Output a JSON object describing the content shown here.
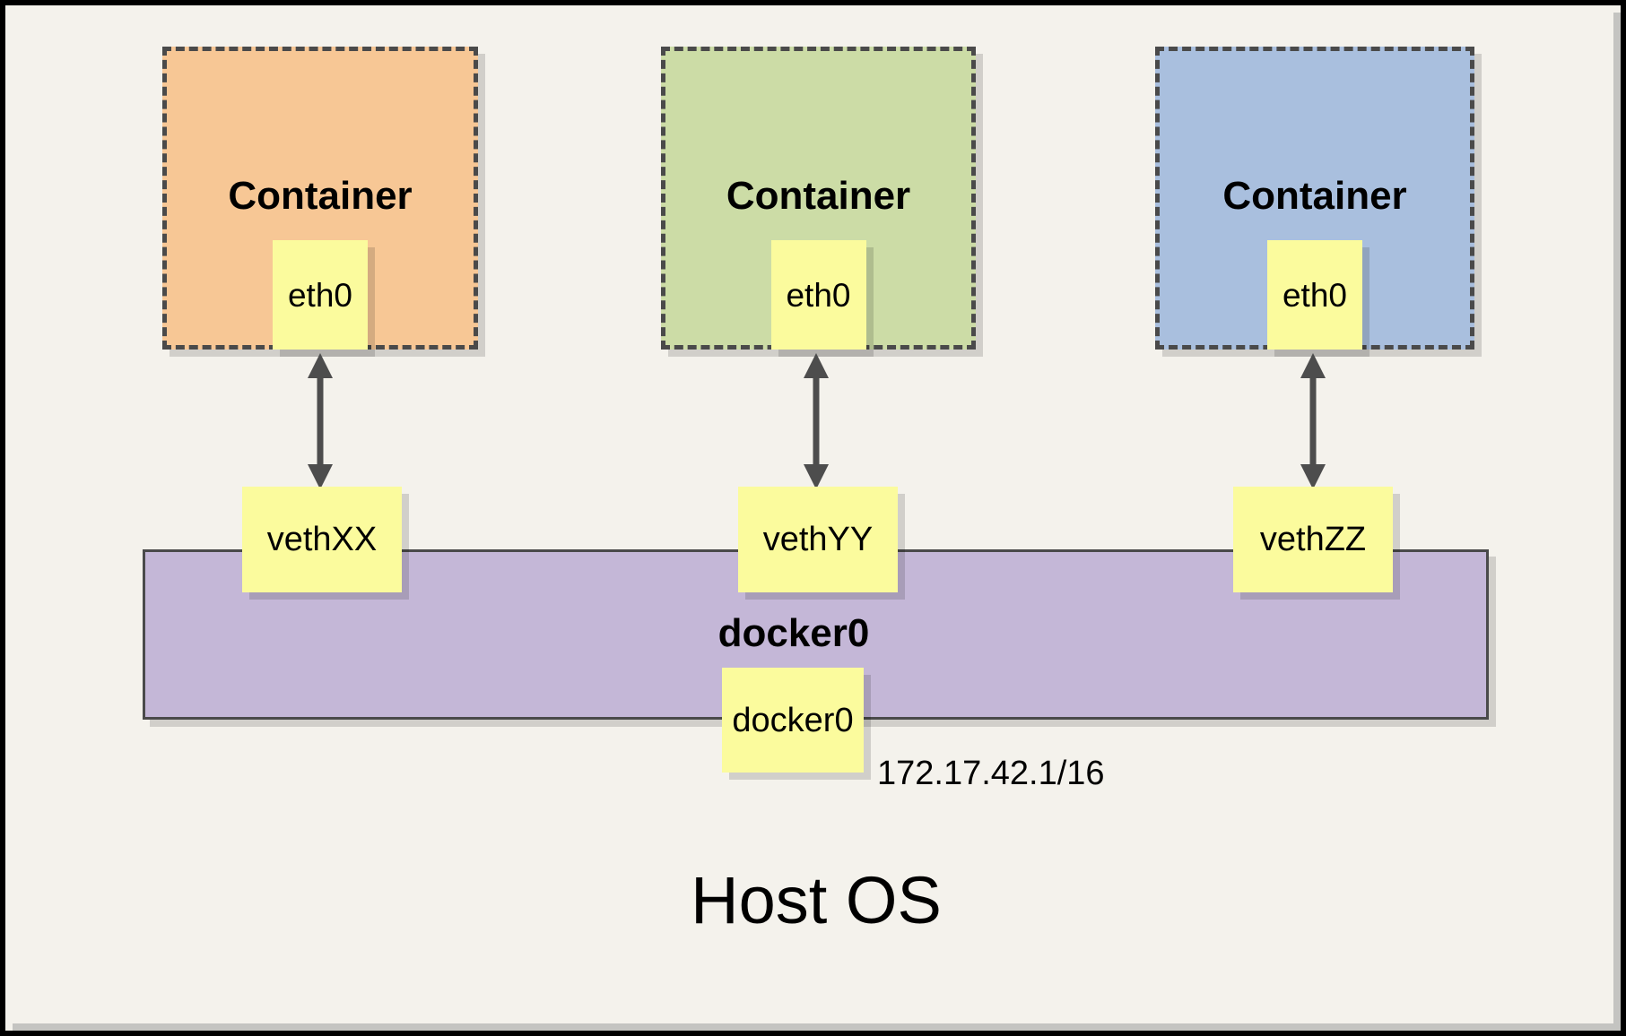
{
  "containers": [
    {
      "label": "Container",
      "interface": "eth0",
      "veth": "vethXX",
      "fill": "#f7c795"
    },
    {
      "label": "Container",
      "interface": "eth0",
      "veth": "vethYY",
      "fill": "#ccdca6"
    },
    {
      "label": "Container",
      "interface": "eth0",
      "veth": "vethZZ",
      "fill": "#a9bfde"
    }
  ],
  "bridge": {
    "label": "docker0",
    "interface": "docker0",
    "ip": "172.17.42.1/16",
    "fill": "#c4b7d7"
  },
  "host": {
    "label": "Host OS"
  },
  "colors": {
    "background": "#f4f2ec",
    "interface_fill": "#fbfb9d",
    "dashed_border": "#4a4a4a",
    "arrow": "#4d4d4d",
    "frame": "#000000",
    "page_shadow": "#c4c4c1"
  }
}
